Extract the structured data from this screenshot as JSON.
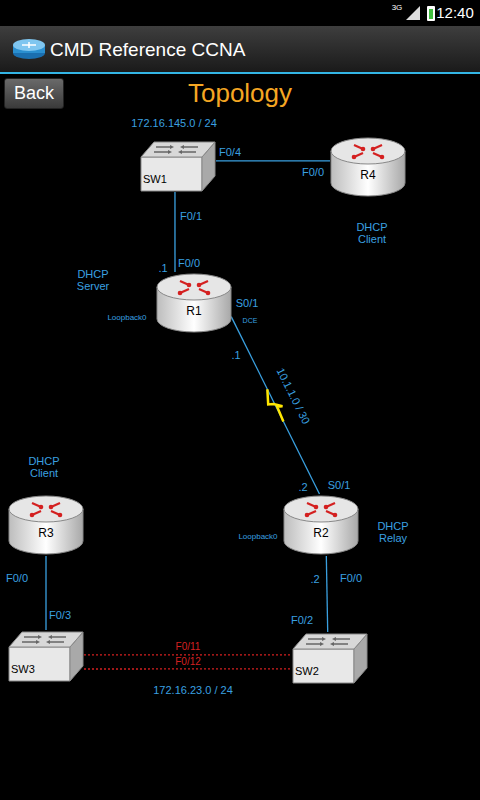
{
  "diagram": {
    "title": "Topology",
    "nodes": [
      {
        "text": [
          "Back"
        ]
      },
      {
        "text": [
          "SW1"
        ]
      },
      {
        "text": [
          "R4"
        ]
      },
      {
        "text": [
          "R1"
        ]
      },
      {
        "text": [
          "R3"
        ]
      },
      {
        "text": [
          "R2"
        ]
      },
      {
        "text": [
          "SW3"
        ]
      },
      {
        "text": [
          "SW2"
        ]
      }
    ],
    "edges": [
      {
        "from": 1,
        "to": 2,
        "arrow": "none"
      },
      {
        "from": 1,
        "to": 3,
        "arrow": "none"
      },
      {
        "from": 3,
        "to": 5,
        "label": "10.1.1.0 / 30",
        "arrow": "none"
      },
      {
        "from": 5,
        "to": 7,
        "arrow": "none"
      },
      {
        "from": 4,
        "to": 6,
        "arrow": "none"
      },
      {
        "from": 6,
        "to": 7,
        "label": "F0/11",
        "arrow": "none"
      },
      {
        "from": 6,
        "to": 7,
        "label": "F0/12",
        "arrow": "none"
      }
    ],
    "labels": [
      "12:40",
      "3G",
      "CMD Reference CCNA",
      "172.16.145.0 / 24",
      "F0/4",
      "F0/0",
      "DHCP Client",
      "F0/1",
      ".1",
      "F0/0",
      "DHCP Server",
      "S0/1",
      "Loopback0",
      "DCE",
      ".1",
      ".2",
      "S0/1",
      "Loopback0",
      "DHCP Relay",
      "DHCP Client",
      "F0/0",
      "F0/3",
      ".2",
      "F0/0",
      "F0/2",
      "172.16.23.0 / 24"
    ]
  }
}
